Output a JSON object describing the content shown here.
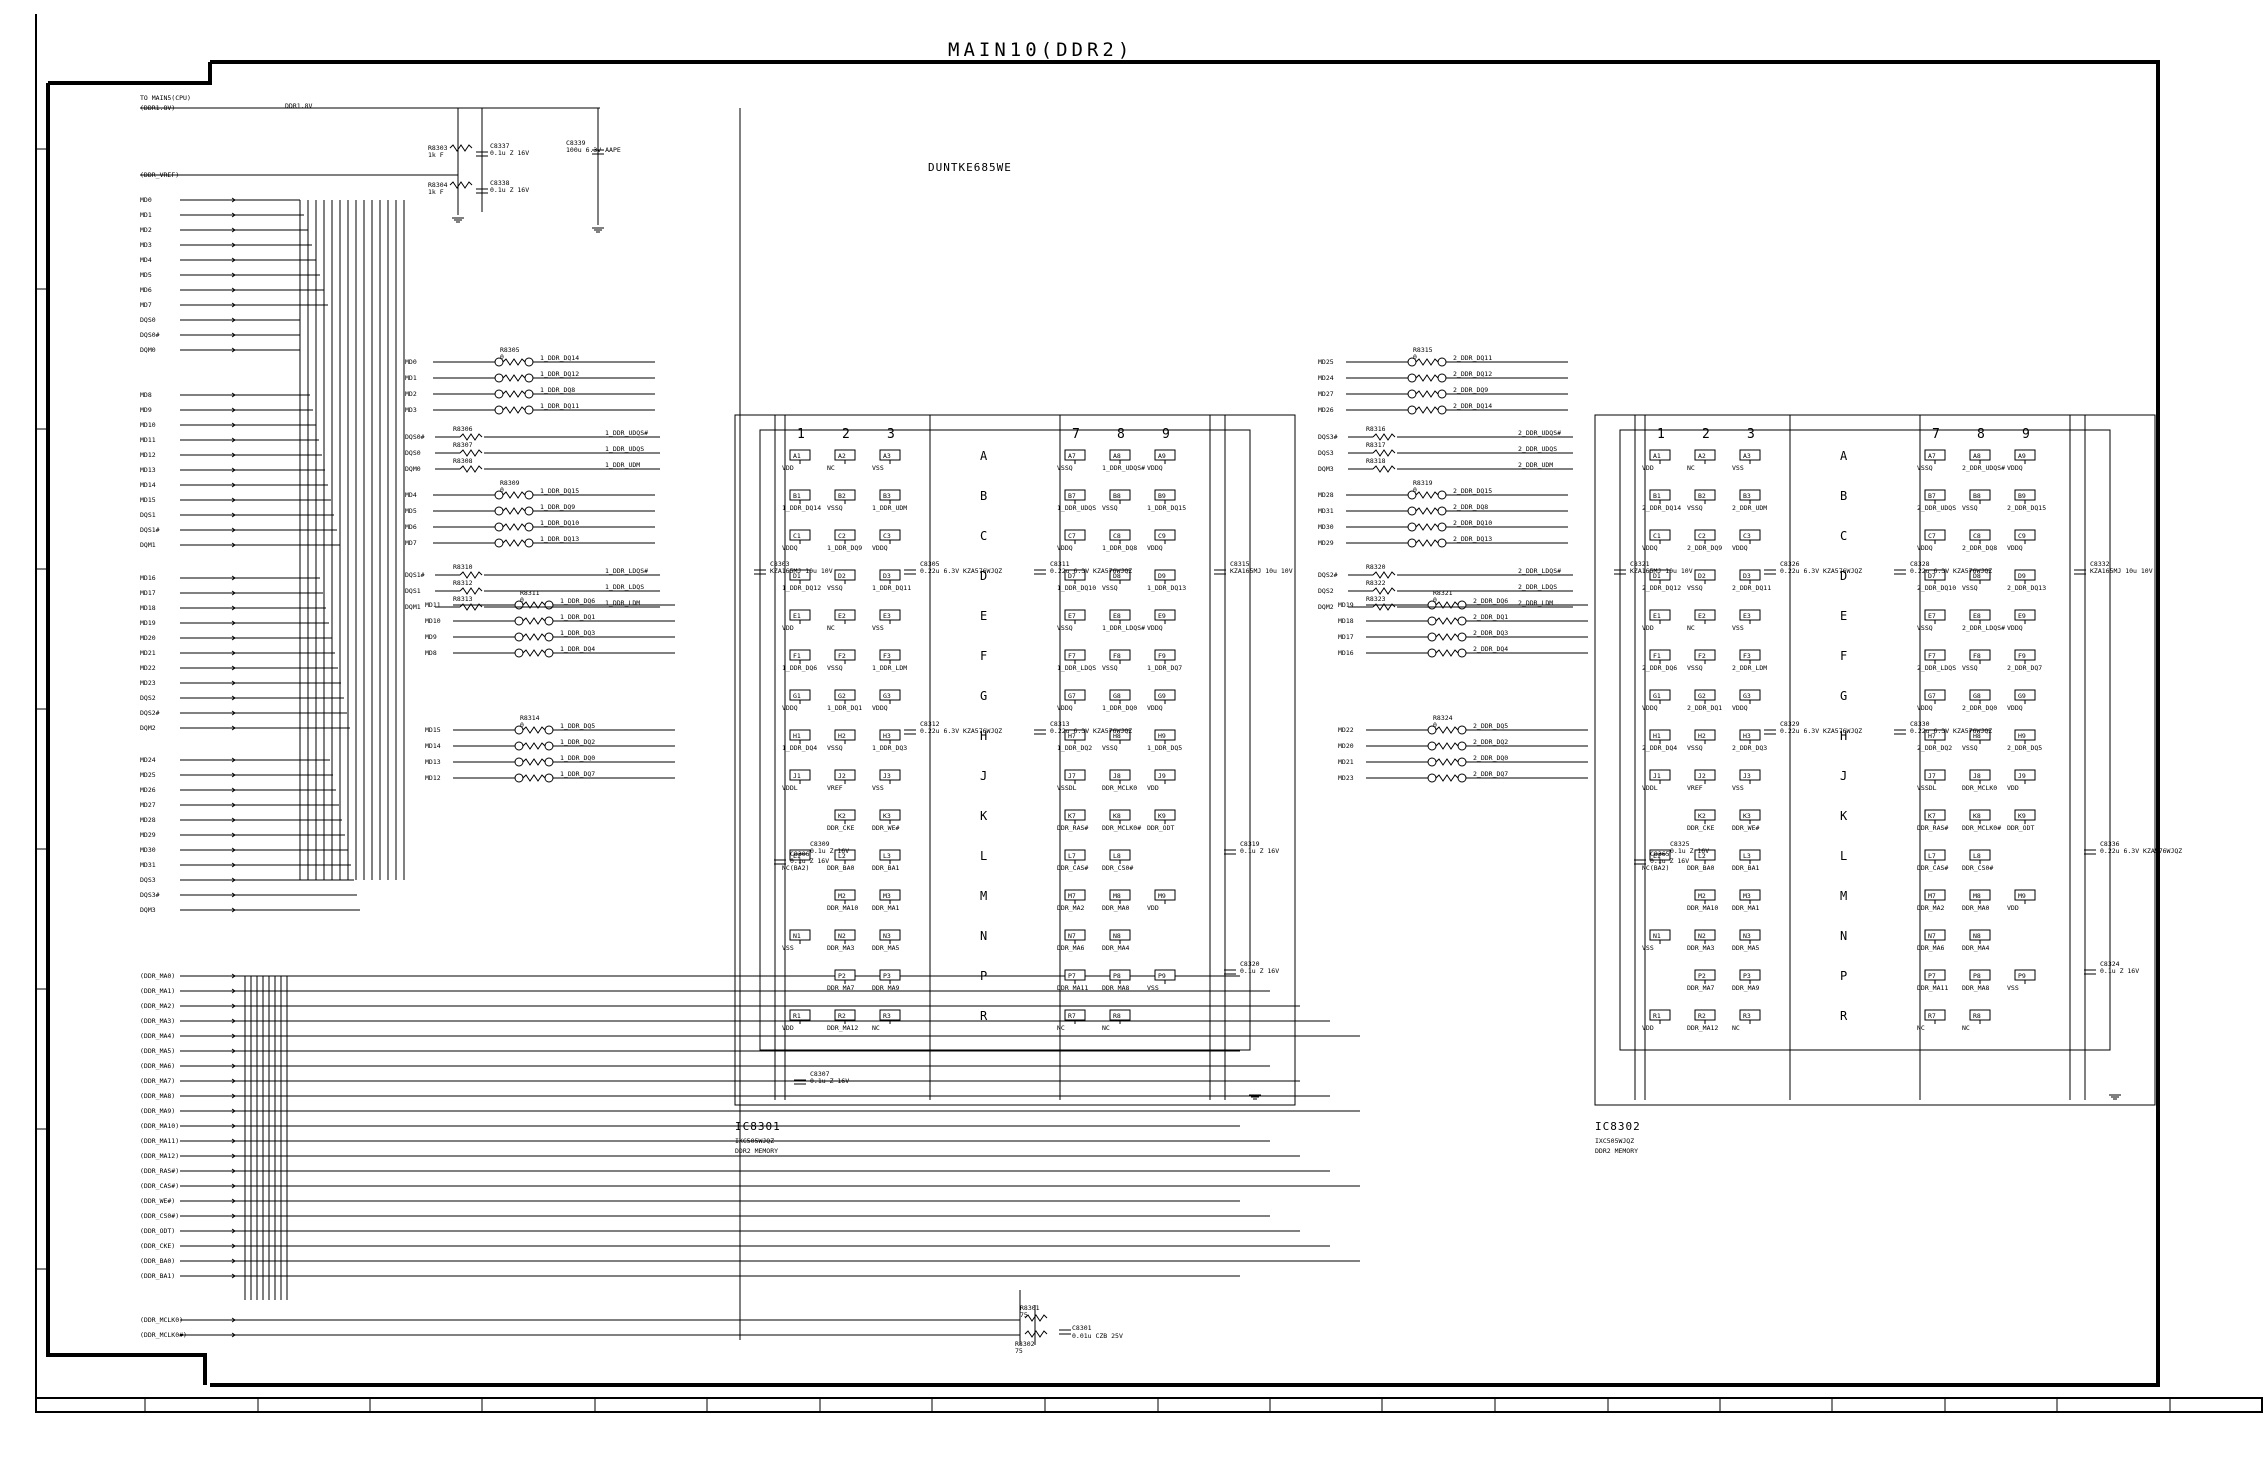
{
  "title": "MAIN10(DDR2)",
  "part_label": "DUNTKE685WE",
  "connector": {
    "header": "TO MAIN5(CPU)",
    "supply": "(DDR1.8V)",
    "supply_net": "DDR1.8V",
    "vref": "(DDR_VREF)",
    "group1": [
      "MD0",
      "MD1",
      "MD2",
      "MD3",
      "MD4",
      "MD5",
      "MD6",
      "MD7",
      "DQS0",
      "DQS0#",
      "DQM0"
    ],
    "group2": [
      "MD8",
      "MD9",
      "MD10",
      "MD11",
      "MD12",
      "MD13",
      "MD14",
      "MD15",
      "DQS1",
      "DQS1#",
      "DQM1"
    ],
    "group3": [
      "MD16",
      "MD17",
      "MD18",
      "MD19",
      "MD20",
      "MD21",
      "MD22",
      "MD23",
      "DQS2",
      "DQS2#",
      "DQM2"
    ],
    "group4": [
      "MD24",
      "MD25",
      "MD26",
      "MD27",
      "MD28",
      "MD29",
      "MD30",
      "MD31",
      "DQS3",
      "DQS3#",
      "DQM3"
    ],
    "addr": [
      "(DDR_MA0)",
      "(DDR_MA1)",
      "(DDR_MA2)",
      "(DDR_MA3)",
      "(DDR_MA4)",
      "(DDR_MA5)",
      "(DDR_MA6)",
      "(DDR_MA7)",
      "(DDR_MA8)",
      "(DDR_MA9)",
      "(DDR_MA10)",
      "(DDR_MA11)",
      "(DDR_MA12)",
      "(DDR_RAS#)",
      "(DDR_CAS#)",
      "(DDR_WE#)",
      "(DDR_CS0#)",
      "(DDR_ODT)",
      "(DDR_CKE)",
      "(DDR_BA0)",
      "(DDR_BA1)"
    ],
    "clocks": [
      "(DDR_MCLK0)",
      "(DDR_MCLK0#)"
    ]
  },
  "power_parts": [
    {
      "ref": "R8303",
      "value": "1k F"
    },
    {
      "ref": "R8304",
      "value": "1k F"
    },
    {
      "ref": "C8337",
      "value": "0.1u Z 16V"
    },
    {
      "ref": "C8338",
      "value": "0.1u Z 16V"
    },
    {
      "ref": "C8339",
      "value": "100u 6.3V AAPE"
    }
  ],
  "clock_parts": [
    {
      "ref": "R8301",
      "value": "75"
    },
    {
      "ref": "R8302",
      "value": "75"
    },
    {
      "ref": "C8301",
      "value": "0.01u CZB 25V"
    }
  ],
  "left_resnets": [
    {
      "ref": "R8305",
      "ins": [
        "MD0",
        "MD1",
        "MD2",
        "MD3"
      ],
      "outs": [
        "1_DDR_DQ14",
        "1_DDR_DQ12",
        "1_DDR_DQ8",
        "1_DDR_DQ11"
      ]
    },
    {
      "ref": "R8309",
      "ins": [
        "MD4",
        "MD5",
        "MD6",
        "MD7"
      ],
      "outs": [
        "1_DDR_DQ15",
        "1_DDR_DQ9",
        "1_DDR_DQ10",
        "1_DDR_DQ13"
      ]
    },
    {
      "ref": "R8311",
      "ins": [
        "MD11",
        "MD10",
        "MD9",
        "MD8"
      ],
      "outs": [
        "1_DDR_DQ6",
        "1_DDR_DQ1",
        "1_DDR_DQ3",
        "1_DDR_DQ4"
      ]
    },
    {
      "ref": "R8314",
      "ins": [
        "MD15",
        "MD14",
        "MD13",
        "MD12"
      ],
      "outs": [
        "1_DDR_DQ5",
        "1_DDR_DQ2",
        "1_DDR_DQ0",
        "1_DDR_DQ7"
      ]
    }
  ],
  "right_resnets": [
    {
      "ref": "R8315",
      "ins": [
        "MD25",
        "MD24",
        "MD27",
        "MD26"
      ],
      "outs": [
        "2_DDR_DQ11",
        "2_DDR_DQ12",
        "2_DDR_DQ9",
        "2_DDR_DQ14"
      ]
    },
    {
      "ref": "R8319",
      "ins": [
        "MD28",
        "MD31",
        "MD30",
        "MD29"
      ],
      "outs": [
        "2_DDR_DQ15",
        "2_DDR_DQ8",
        "2_DDR_DQ10",
        "2_DDR_DQ13"
      ]
    },
    {
      "ref": "R8321",
      "ins": [
        "MD19",
        "MD18",
        "MD17",
        "MD16"
      ],
      "outs": [
        "2_DDR_DQ6",
        "2_DDR_DQ1",
        "2_DDR_DQ3",
        "2_DDR_DQ4"
      ]
    },
    {
      "ref": "R8324",
      "ins": [
        "MD22",
        "MD20",
        "MD21",
        "MD23"
      ],
      "outs": [
        "2_DDR_DQ5",
        "2_DDR_DQ2",
        "2_DDR_DQ0",
        "2_DDR_DQ7"
      ]
    }
  ],
  "left_strobes": [
    {
      "net": "DQS0#",
      "ref": "R8306",
      "out": "1_DDR_UDQS#"
    },
    {
      "net": "DQS0",
      "ref": "R8307",
      "out": "1_DDR_UDQS"
    },
    {
      "net": "DQM0",
      "ref": "R8308",
      "out": "1_DDR_UDM"
    },
    {
      "net": "DQS1#",
      "ref": "R8310",
      "out": "1_DDR_LDQS#"
    },
    {
      "net": "DQS1",
      "ref": "R8312",
      "out": "1_DDR_LDQS"
    },
    {
      "net": "DQM1",
      "ref": "R8313",
      "out": "1_DDR_LDM"
    }
  ],
  "right_strobes": [
    {
      "net": "DQS3#",
      "ref": "R8316",
      "out": "2_DDR_UDQS#"
    },
    {
      "net": "DQS3",
      "ref": "R8317",
      "out": "2_DDR_UDQS"
    },
    {
      "net": "DQM3",
      "ref": "R8318",
      "out": "2_DDR_UDM"
    },
    {
      "net": "DQS2#",
      "ref": "R8320",
      "out": "2_DDR_LDQS#"
    },
    {
      "net": "DQS2",
      "ref": "R8322",
      "out": "2_DDR_LDQS"
    },
    {
      "net": "DQM2",
      "ref": "R8323",
      "out": "2_DDR_LDM"
    }
  ],
  "ics": [
    {
      "ref": "IC8301",
      "part": "IXC505WJQZ",
      "desc": "DDR2 MEMORY",
      "prefix": "1_",
      "caps": [
        {
          "ref": "C8303",
          "val": "KZA165MJ 10u 10V"
        },
        {
          "ref": "C8305",
          "val": "0.22u 6.3V KZA576WJQZ"
        },
        {
          "ref": "C8311",
          "val": "0.22u 6.3V KZA576WJQZ"
        },
        {
          "ref": "C8315",
          "val": "KZA165MJ 10u 10V"
        },
        {
          "ref": "C8312",
          "val": "0.22u 6.3V KZA576WJQZ"
        },
        {
          "ref": "C8313",
          "val": "0.22u 6.3V KZA576WJQZ"
        },
        {
          "ref": "C8306",
          "val": "0.1u Z 16V"
        },
        {
          "ref": "C8309",
          "val": "0.1u Z 16V"
        },
        {
          "ref": "C8319",
          "val": "0.1u Z 16V"
        },
        {
          "ref": "C8320",
          "val": "0.1u Z 16V"
        },
        {
          "ref": "C8307",
          "val": "0.1u Z 16V"
        }
      ]
    },
    {
      "ref": "IC8302",
      "part": "IXC505WJQZ",
      "desc": "DDR2 MEMORY",
      "prefix": "2_",
      "caps": [
        {
          "ref": "C8321",
          "val": "KZA165MJ 10u 10V"
        },
        {
          "ref": "C8326",
          "val": "0.22u 6.3V KZA576WJQZ"
        },
        {
          "ref": "C8328",
          "val": "0.22u 6.3V KZA576WJQZ"
        },
        {
          "ref": "C8332",
          "val": "KZA165MJ 10u 10V"
        },
        {
          "ref": "C8329",
          "val": "0.22u 6.3V KZA576WJQZ"
        },
        {
          "ref": "C8330",
          "val": "0.22u 6.3V KZA576WJQZ"
        },
        {
          "ref": "C8365",
          "val": "0.1u Z 16V"
        },
        {
          "ref": "C8325",
          "val": "0.1u Z 16V"
        },
        {
          "ref": "C8336",
          "val": "0.22u 6.3V KZA576WJQZ"
        },
        {
          "ref": "C8324",
          "val": "0.1u Z 16V"
        }
      ]
    }
  ],
  "ic_columns": [
    "1",
    "2",
    "3",
    "7",
    "8",
    "9"
  ],
  "ic_rows": [
    "A",
    "B",
    "C",
    "D",
    "E",
    "F",
    "G",
    "H",
    "J",
    "K",
    "L",
    "M",
    "N",
    "P",
    "R"
  ],
  "ic_pins": {
    "A": [
      [
        "A1",
        "VDD"
      ],
      [
        "A2",
        "NC"
      ],
      [
        "A3",
        "VSS"
      ],
      [
        "A7",
        "VSSQ"
      ],
      [
        "A8",
        "DDR_UDQS#"
      ],
      [
        "A9",
        "VDDQ"
      ]
    ],
    "B": [
      [
        "B1",
        "DDR_DQ14"
      ],
      [
        "B2",
        "VSSQ"
      ],
      [
        "B3",
        "DDR_UDM"
      ],
      [
        "B7",
        "DDR_UDQS"
      ],
      [
        "B8",
        "VSSQ"
      ],
      [
        "B9",
        "DDR_DQ15"
      ]
    ],
    "C": [
      [
        "C1",
        "VDDQ"
      ],
      [
        "C2",
        "DDR_DQ9"
      ],
      [
        "C3",
        "VDDQ"
      ],
      [
        "C7",
        "VDDQ"
      ],
      [
        "C8",
        "DDR_DQ8"
      ],
      [
        "C9",
        "VDDQ"
      ]
    ],
    "D": [
      [
        "D1",
        "DDR_DQ12"
      ],
      [
        "D2",
        "VSSQ"
      ],
      [
        "D3",
        "DDR_DQ11"
      ],
      [
        "D7",
        "DDR_DQ10"
      ],
      [
        "D8",
        "VSSQ"
      ],
      [
        "D9",
        "DDR_DQ13"
      ]
    ],
    "E": [
      [
        "E1",
        "VDD"
      ],
      [
        "E2",
        "NC"
      ],
      [
        "E3",
        "VSS"
      ],
      [
        "E7",
        "VSSQ"
      ],
      [
        "E8",
        "DDR_LDQS#"
      ],
      [
        "E9",
        "VDDQ"
      ]
    ],
    "F": [
      [
        "F1",
        "DDR_DQ6"
      ],
      [
        "F2",
        "VSSQ"
      ],
      [
        "F3",
        "DDR_LDM"
      ],
      [
        "F7",
        "DDR_LDQS"
      ],
      [
        "F8",
        "VSSQ"
      ],
      [
        "F9",
        "DDR_DQ7"
      ]
    ],
    "G": [
      [
        "G1",
        "VDDQ"
      ],
      [
        "G2",
        "DDR_DQ1"
      ],
      [
        "G3",
        "VDDQ"
      ],
      [
        "G7",
        "VDDQ"
      ],
      [
        "G8",
        "DDR_DQ0"
      ],
      [
        "G9",
        "VDDQ"
      ]
    ],
    "H": [
      [
        "H1",
        "DDR_DQ4"
      ],
      [
        "H2",
        "VSSQ"
      ],
      [
        "H3",
        "DDR_DQ3"
      ],
      [
        "H7",
        "DDR_DQ2"
      ],
      [
        "H8",
        "VSSQ"
      ],
      [
        "H9",
        "DDR_DQ5"
      ]
    ],
    "J": [
      [
        "J1",
        "VDDL"
      ],
      [
        "J2",
        "VREF"
      ],
      [
        "J3",
        "VSS"
      ],
      [
        "J7",
        "VSSDL"
      ],
      [
        "J8",
        "DDR_MCLK0"
      ],
      [
        "J9",
        "VDD"
      ]
    ],
    "K": [
      [
        "K2",
        "DDR_CKE"
      ],
      [
        "K3",
        "DDR_WE#"
      ],
      [
        "K7",
        "DDR_RAS#"
      ],
      [
        "K8",
        "DDR_MCLK0#"
      ],
      [
        "K9",
        "DDR_ODT"
      ]
    ],
    "L": [
      [
        "L1",
        "NC(BA2)"
      ],
      [
        "L2",
        "DDR_BA0"
      ],
      [
        "L3",
        "DDR_BA1"
      ],
      [
        "L7",
        "DDR_CAS#"
      ],
      [
        "L8",
        "DDR_CS0#"
      ]
    ],
    "M": [
      [
        "M2",
        "DDR_MA10"
      ],
      [
        "M3",
        "DDR_MA1"
      ],
      [
        "M7",
        "DDR_MA2"
      ],
      [
        "M8",
        "DDR_MA0"
      ],
      [
        "M9",
        "VDD"
      ]
    ],
    "N": [
      [
        "N1",
        "VSS"
      ],
      [
        "N2",
        "DDR_MA3"
      ],
      [
        "N3",
        "DDR_MA5"
      ],
      [
        "N7",
        "DDR_MA6"
      ],
      [
        "N8",
        "DDR_MA4"
      ]
    ],
    "P": [
      [
        "P2",
        "DDR_MA7"
      ],
      [
        "P3",
        "DDR_MA9"
      ],
      [
        "P7",
        "DDR_MA11"
      ],
      [
        "P8",
        "DDR_MA8"
      ],
      [
        "P9",
        "VSS"
      ]
    ],
    "R": [
      [
        "R1",
        "VDD"
      ],
      [
        "R2",
        "DDR_MA12"
      ],
      [
        "R3",
        "NC"
      ],
      [
        "R7",
        "NC"
      ],
      [
        "R8",
        "NC"
      ]
    ]
  }
}
